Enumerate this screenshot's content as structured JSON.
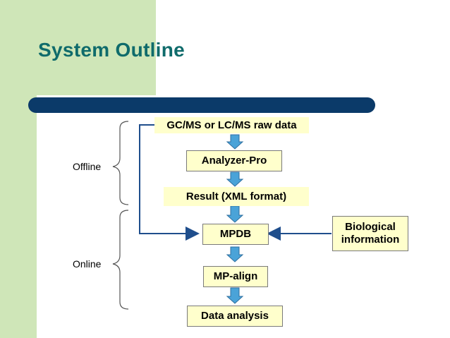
{
  "title": "System Outline",
  "phases": {
    "offline": "Offline",
    "online": "Online"
  },
  "nodes": {
    "raw_data": "GC/MS or LC/MS raw data",
    "analyzer": "Analyzer-Pro",
    "result": "Result (XML format)",
    "mpdb": "MPDB",
    "biological_line1": "Biological",
    "biological_line2": "information",
    "mp_align": "MP-align",
    "data_analysis": "Data analysis"
  },
  "colors": {
    "title": "#0f6b6b",
    "title_bar": "#0b3a69",
    "accent_band": "#cfe6b8",
    "box_fill": "#ffffcc",
    "flow_arrow": "#4aa3d8",
    "connector": "#1f4e8c"
  }
}
